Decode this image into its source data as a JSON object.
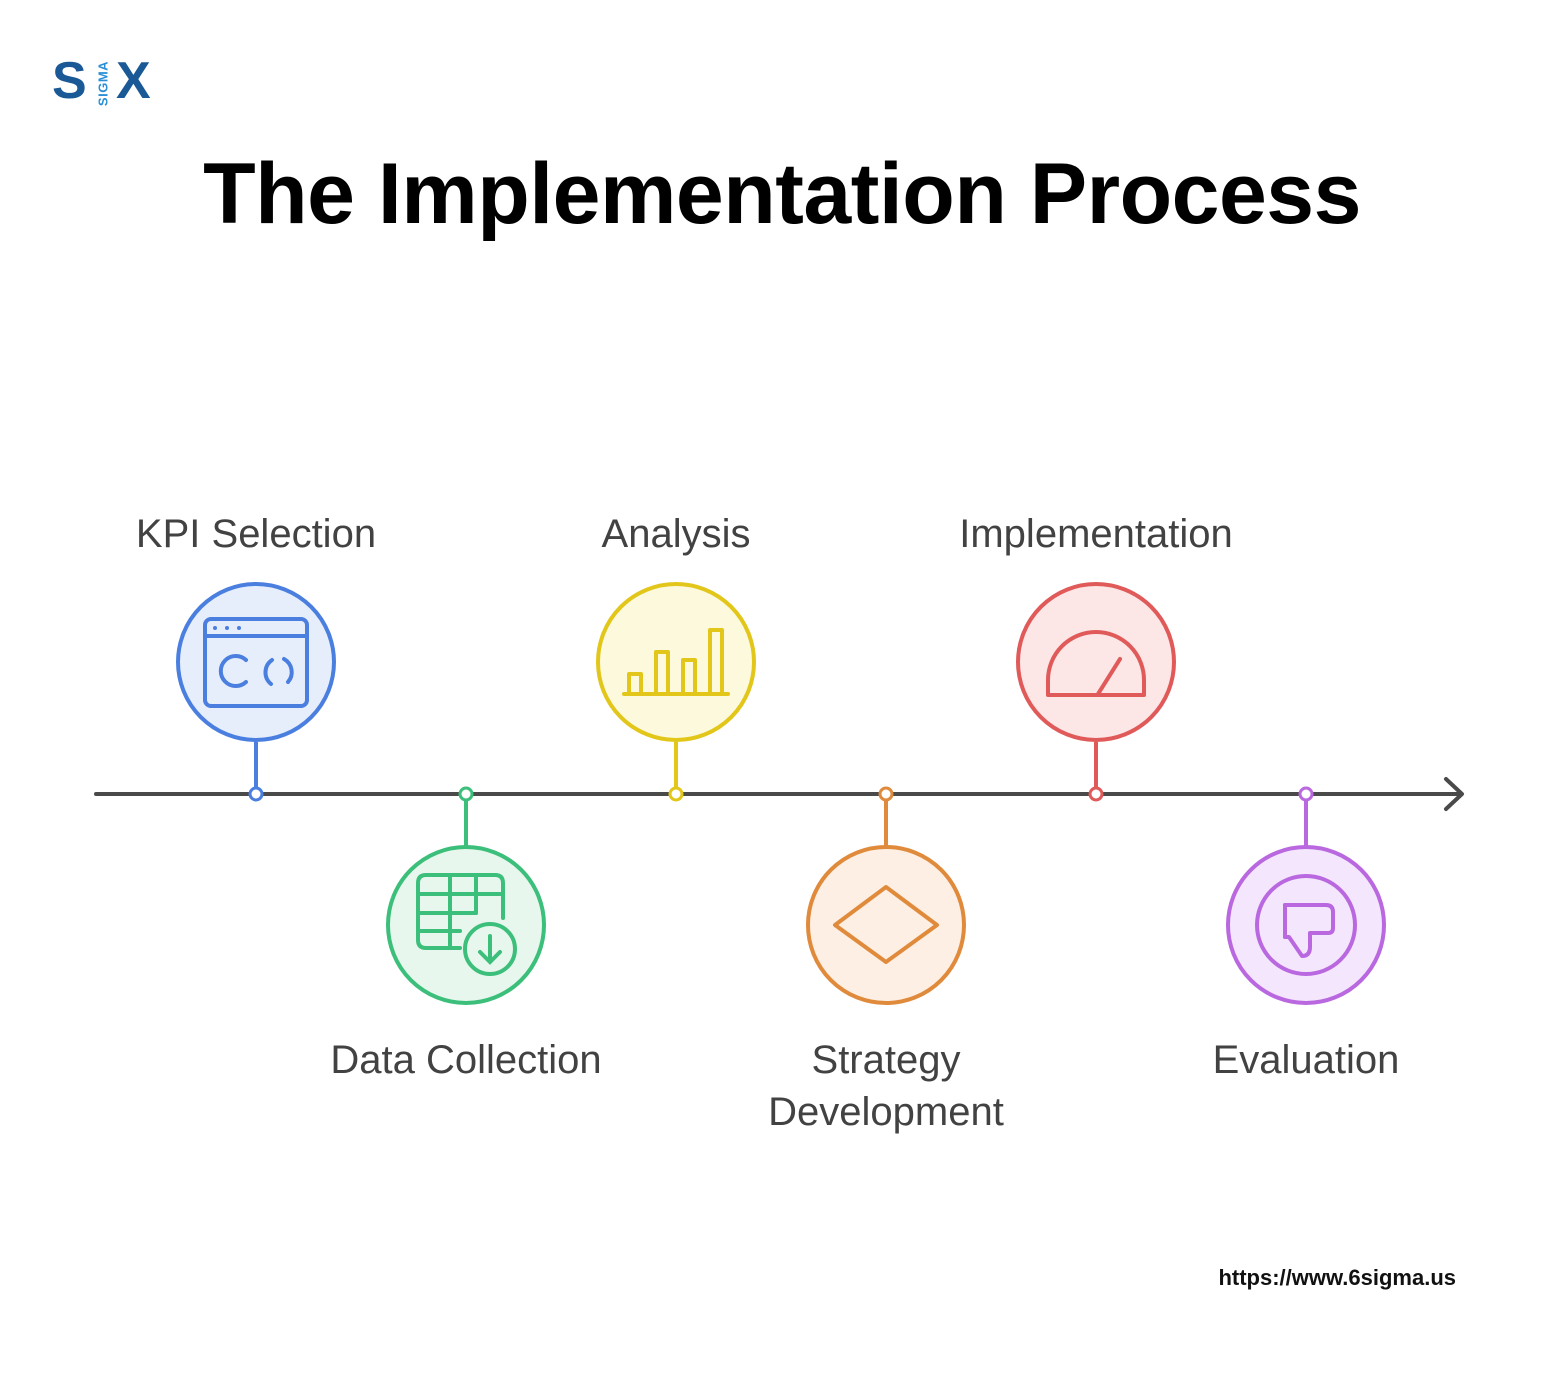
{
  "logo": {
    "letter_left": "S",
    "letter_right": "X",
    "sub": "SIGMA"
  },
  "title": "The Implementation Process",
  "steps": [
    {
      "label": "KPI Selection",
      "icon": "dashboard-icon",
      "color": "#4a7fe0",
      "fill": "#e6eefc",
      "position": "top"
    },
    {
      "label": "Data Collection",
      "icon": "table-download-icon",
      "color": "#3cbf7a",
      "fill": "#e7f7ee",
      "position": "bottom"
    },
    {
      "label": "Analysis",
      "icon": "bar-chart-icon",
      "color": "#e2c61a",
      "fill": "#fcf9dc",
      "position": "top"
    },
    {
      "label": "Strategy Development",
      "icon": "diamond-icon",
      "color": "#e08a3c",
      "fill": "#fdefe3",
      "position": "bottom"
    },
    {
      "label": "Implementation",
      "icon": "gauge-icon",
      "color": "#e05a5a",
      "fill": "#fce6e6",
      "position": "top"
    },
    {
      "label": "Evaluation",
      "icon": "thumbs-down-icon",
      "color": "#b968e0",
      "fill": "#f4e6fc",
      "position": "bottom"
    }
  ],
  "footer_url": "https://www.6sigma.us"
}
